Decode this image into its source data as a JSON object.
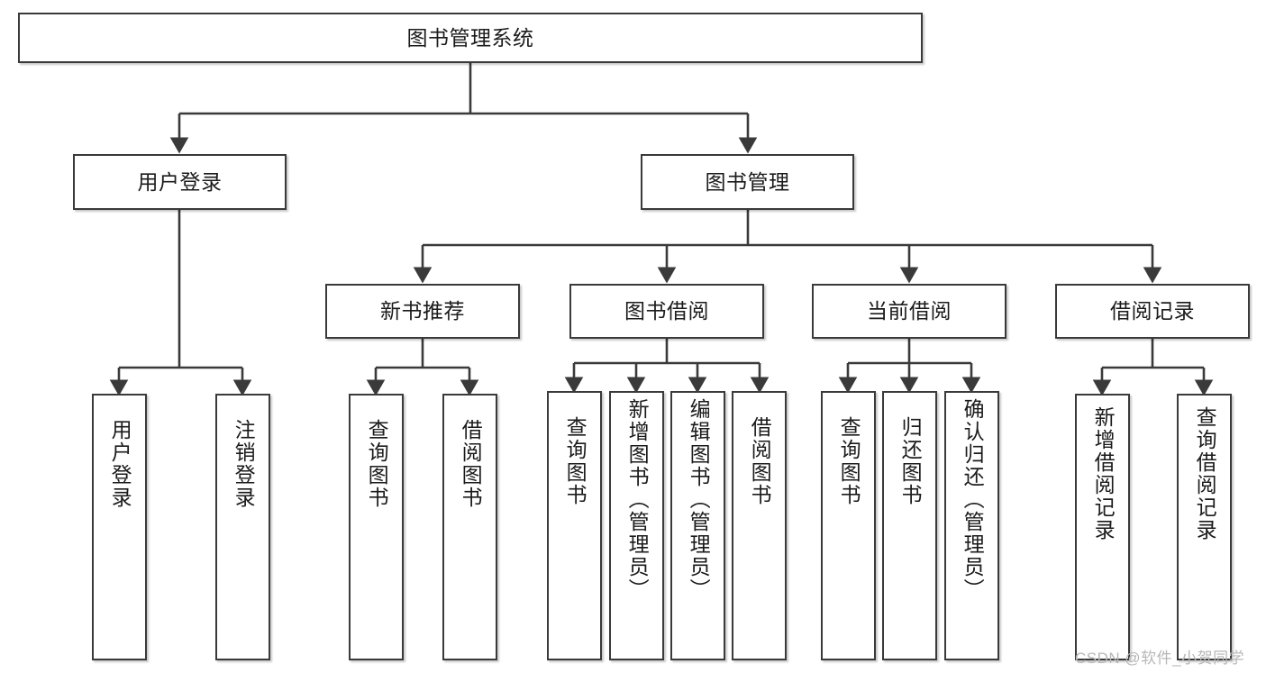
{
  "diagram": {
    "type": "tree",
    "title": "图书管理系统",
    "stroke_color": "#3a3a3a",
    "text_color": "#1b1b1b",
    "background": "#ffffff",
    "nodes": {
      "root": {
        "label": "图书管理系统"
      },
      "level2": [
        {
          "id": "user-login",
          "label": "用户登录"
        },
        {
          "id": "book-manage",
          "label": "图书管理"
        }
      ],
      "level3": [
        {
          "id": "new-book-recommend",
          "label": "新书推荐"
        },
        {
          "id": "book-borrow",
          "label": "图书借阅"
        },
        {
          "id": "current-borrow",
          "label": "当前借阅"
        },
        {
          "id": "borrow-record",
          "label": "借阅记录"
        }
      ],
      "leaves": {
        "user_login": [
          {
            "id": "leaf-user-login",
            "label": "用户登录"
          },
          {
            "id": "leaf-logout-login",
            "label": "注销登录"
          }
        ],
        "new_book_recommend": [
          {
            "id": "leaf-query-book-1",
            "label": "查询图书"
          },
          {
            "id": "leaf-borrow-book-1",
            "label": "借阅图书"
          }
        ],
        "book_borrow": [
          {
            "id": "leaf-query-book-2",
            "label": "查询图书"
          },
          {
            "id": "leaf-add-book",
            "label": "新增图书（管理员）"
          },
          {
            "id": "leaf-edit-book",
            "label": "编辑图书（管理员）"
          },
          {
            "id": "leaf-borrow-book-2",
            "label": "借阅图书"
          }
        ],
        "current_borrow": [
          {
            "id": "leaf-query-book-3",
            "label": "查询图书"
          },
          {
            "id": "leaf-return-book",
            "label": "归还图书"
          },
          {
            "id": "leaf-confirm-return",
            "label": "确认归还（管理员）"
          }
        ],
        "borrow_record": [
          {
            "id": "leaf-add-record",
            "label": "新增借阅记录"
          },
          {
            "id": "leaf-query-record",
            "label": "查询借阅记录"
          }
        ]
      }
    }
  },
  "watermark": {
    "text": "CSDN @软件_小贺同学"
  }
}
